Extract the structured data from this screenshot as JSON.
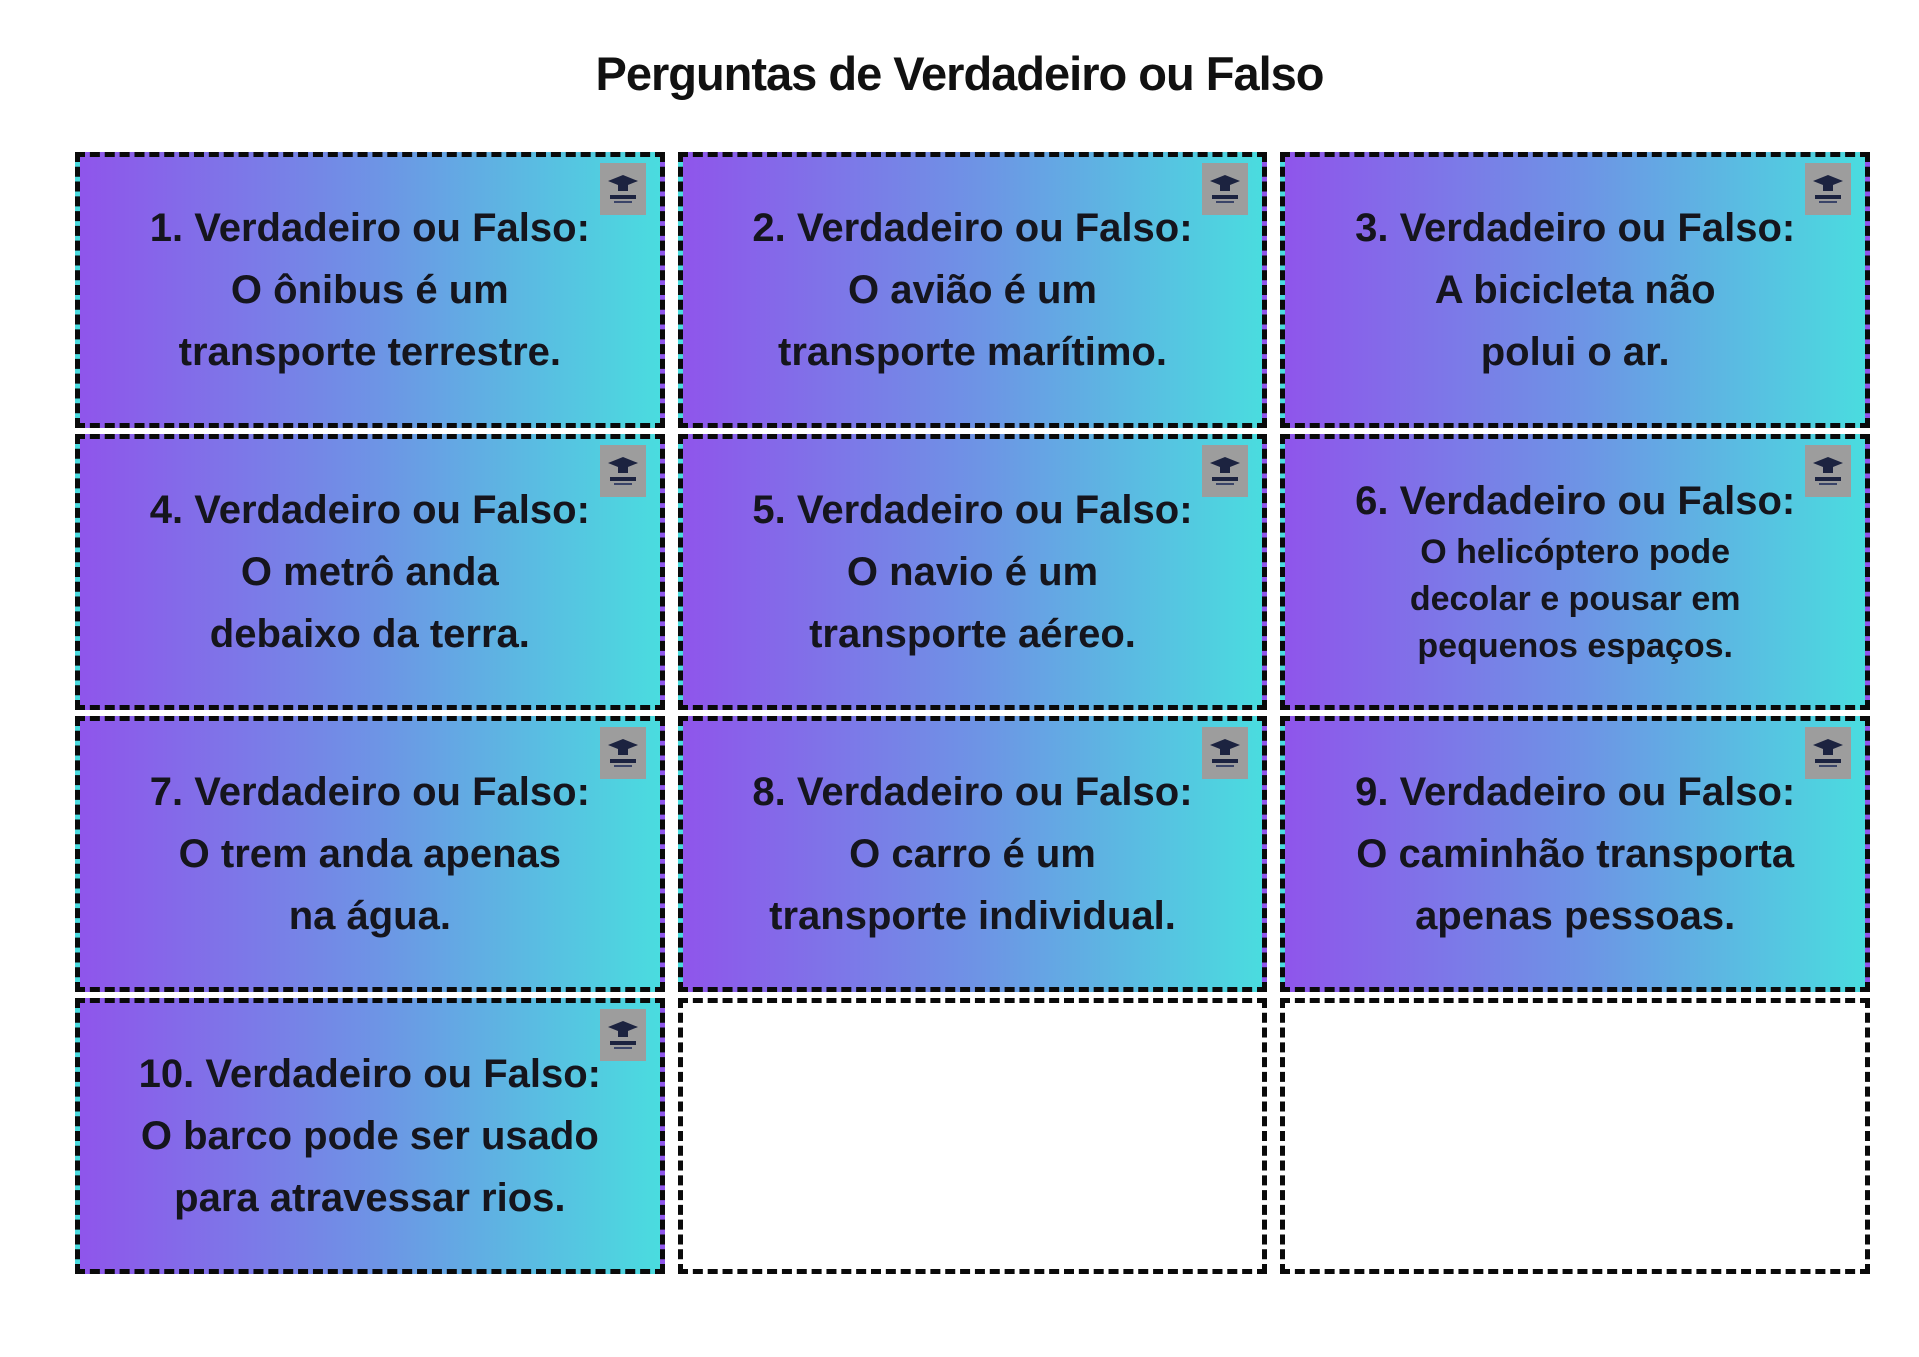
{
  "page": {
    "title": "Perguntas de Verdadeiro ou Falso",
    "background_color": "#ffffff"
  },
  "theme": {
    "card_gradient_left": "#8f55eb",
    "card_gradient_middle": "#6d95e5",
    "card_gradient_right": "#4adcdf",
    "card_border_color": "#0a0a0a",
    "card_border_style": "dashed",
    "text_color": "#15151d",
    "logo_background": "#9d9d9d",
    "logo_emblem_color": "#1c2340"
  },
  "icons": {
    "publisher_logo": "graduation-cap-emblem"
  },
  "cards": [
    {
      "number": 1,
      "lines": [
        "1. Verdadeiro ou Falso:",
        "O ônibus é um",
        "transporte terrestre."
      ]
    },
    {
      "number": 2,
      "lines": [
        "2. Verdadeiro ou Falso:",
        "O avião é um",
        "transporte marítimo."
      ]
    },
    {
      "number": 3,
      "lines": [
        "3. Verdadeiro ou Falso:",
        "A bicicleta não",
        "polui o ar."
      ]
    },
    {
      "number": 4,
      "lines": [
        "4. Verdadeiro ou Falso:",
        "O metrô anda",
        "debaixo da terra."
      ]
    },
    {
      "number": 5,
      "lines": [
        "5. Verdadeiro ou Falso:",
        "O navio é um",
        "transporte aéreo."
      ]
    },
    {
      "number": 6,
      "lines": [
        "6. Verdadeiro ou Falso:",
        "O helicóptero pode",
        "decolar e pousar em",
        "pequenos espaços."
      ]
    },
    {
      "number": 7,
      "lines": [
        "7. Verdadeiro ou Falso:",
        "O trem anda apenas",
        "na água."
      ]
    },
    {
      "number": 8,
      "lines": [
        "8. Verdadeiro ou Falso:",
        "O carro é um",
        "transporte individual."
      ]
    },
    {
      "number": 9,
      "lines": [
        "9. Verdadeiro ou Falso:",
        "O caminhão transporta",
        "apenas pessoas."
      ]
    },
    {
      "number": 10,
      "lines": [
        "10. Verdadeiro ou Falso:",
        "O barco pode ser usado",
        "para atravessar rios."
      ]
    }
  ],
  "empty_slots": 2
}
